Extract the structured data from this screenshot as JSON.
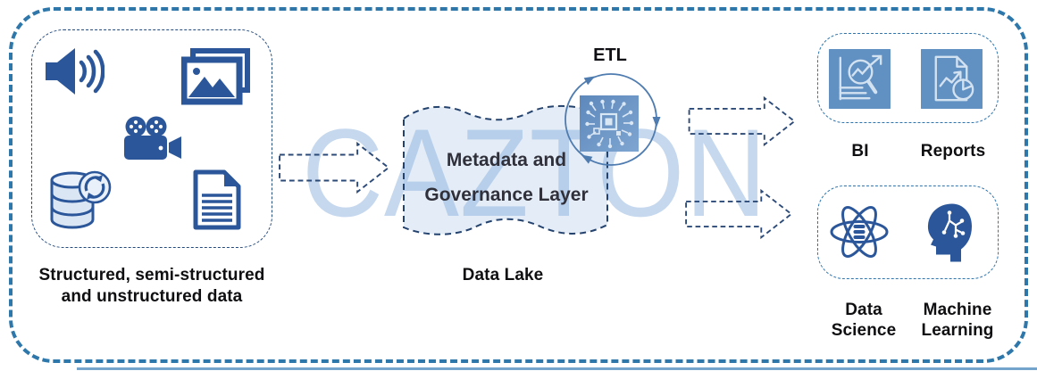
{
  "watermark": "CAZTON",
  "source": {
    "caption_line1": "Structured, semi-structured",
    "caption_line2": "and unstructured data",
    "icons": [
      "audio-icon",
      "images-icon",
      "video-camera-icon",
      "database-sync-icon",
      "document-icon"
    ]
  },
  "etl": {
    "label": "ETL",
    "icons": [
      "cycle-arrows-icon",
      "chip-icon"
    ]
  },
  "data_lake": {
    "title_line1": "Metadata and",
    "title_line2": "Governance Layer",
    "caption": "Data Lake"
  },
  "outputs_top": {
    "items": [
      {
        "label": "BI",
        "icon": "bi-chart-magnifier-icon"
      },
      {
        "label": "Reports",
        "icon": "report-document-icon"
      }
    ]
  },
  "outputs_bottom": {
    "items": [
      {
        "label_line1": "Data",
        "label_line2": "Science",
        "icon": "atom-data-icon"
      },
      {
        "label_line1": "Machine",
        "label_line2": "Learning",
        "icon": "ml-head-icon"
      }
    ]
  },
  "colors": {
    "accent_dark_blue": "#2b579a",
    "icon_tile_blue": "#6190c2",
    "tile_glyph": "#d3e2f1",
    "outer_border_blue": "#2e77ab",
    "dashed_shape_blue": "#2c4a78",
    "lake_fill": "#d8e4f4",
    "watermark_blue": "#8cb2de",
    "text_dark": "#111111"
  }
}
